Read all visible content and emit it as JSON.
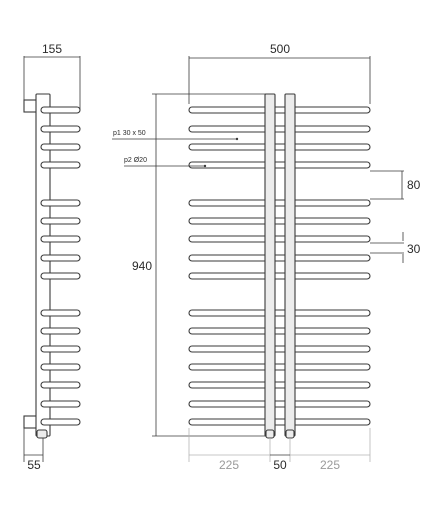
{
  "dimensions": {
    "side_width": "155",
    "side_offset": "55",
    "front_width": "500",
    "height": "940",
    "rail_pitch": "80",
    "rail_thickness": "30",
    "left_section": "225",
    "center_gap": "50",
    "right_section": "225"
  },
  "labels": {
    "profile_p1": "p1 30 x 50",
    "profile_p2": "p2 Ø20"
  },
  "colors": {
    "line": "#3a3a3a",
    "grey_dimension": "#9a9a9a",
    "post_fill": "#ececec"
  }
}
